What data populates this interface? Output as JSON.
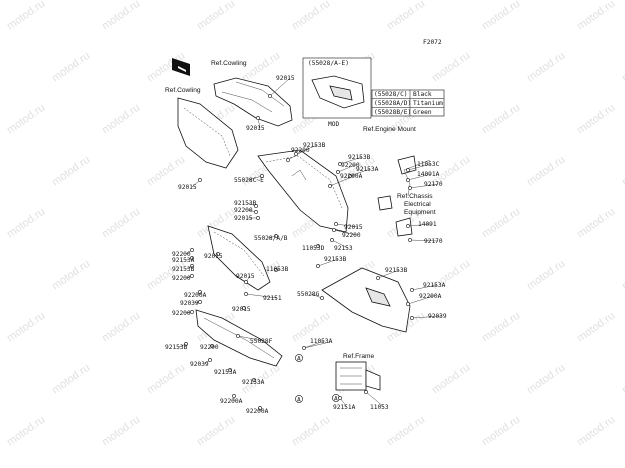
{
  "diagram_code": "F2072",
  "watermark_text": "motod.ru",
  "refs": {
    "cowling_top": "Ref.Cowling",
    "cowling_left": "Ref.Cowling",
    "engine_mount": "Ref.Engine Mount",
    "chassis_line1": "Ref.Chassis",
    "chassis_line2": "Electrical",
    "chassis_line3": "Equipment",
    "frame": "Ref.Frame"
  },
  "inset": {
    "title": "(55028/A-E)",
    "mod": "MOD"
  },
  "color_table": [
    {
      "code": "(55028/C)",
      "color": "Black"
    },
    {
      "code": "(55028A/D)",
      "color": "Titanium"
    },
    {
      "code": "(55028B/E)",
      "color": "Green"
    }
  ],
  "callout_marker": "A",
  "labels": [
    "92015",
    "92015",
    "92153B",
    "92200",
    "92153B",
    "92200",
    "92153A",
    "11053C",
    "14091A",
    "92170",
    "55028C~E",
    "92015",
    "92153B",
    "92200",
    "92015",
    "92200A",
    "14091",
    "55028/A/B",
    "92170",
    "92015",
    "11053D",
    "92153",
    "92200",
    "92153B",
    "92200",
    "92153A",
    "92153B",
    "11053B",
    "92200",
    "92015",
    "92153B",
    "55028G",
    "92200A",
    "92039",
    "92151",
    "92153A",
    "92015",
    "92200",
    "92200A",
    "92039",
    "55028F",
    "92153B",
    "92200",
    "11053A",
    "92039",
    "92153A",
    "92153A",
    "92200A",
    "92200A",
    "92151A",
    "11053",
    "92015"
  ]
}
